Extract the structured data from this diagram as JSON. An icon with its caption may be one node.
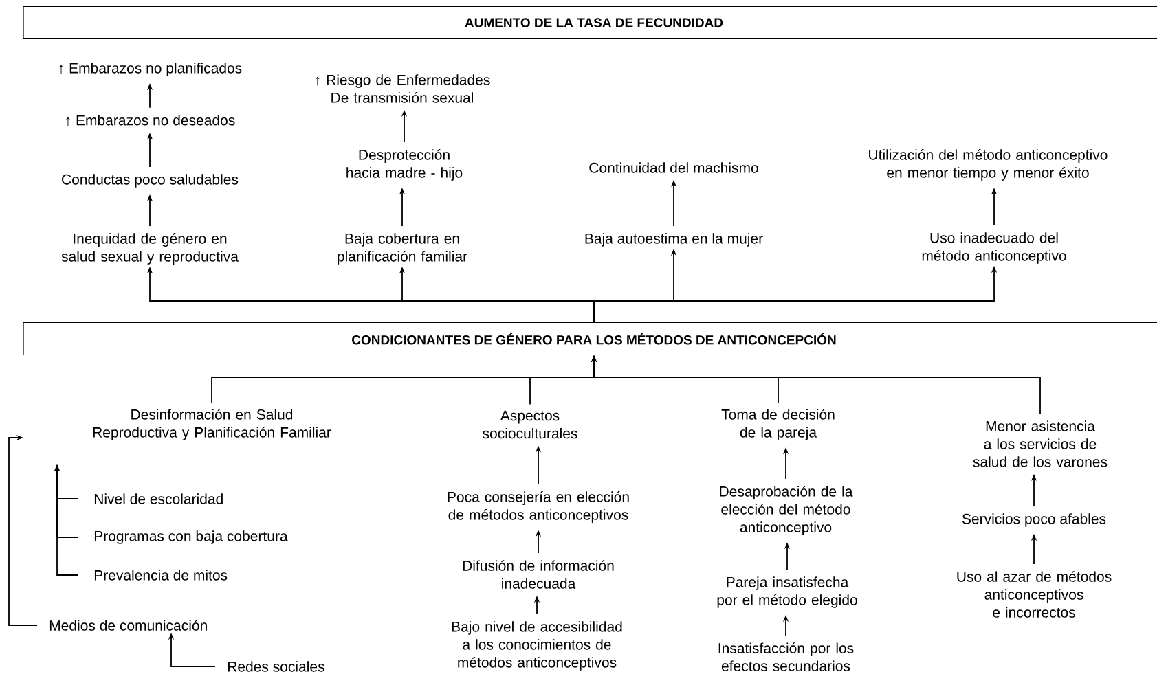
{
  "diagram": {
    "nodes": [
      {
        "text": [
          "AUMENTO DE LA TASA DE FECUNDIDAD"
        ]
      },
      {
        "text": [
          "↑ Embarazos no planificados"
        ]
      },
      {
        "text": [
          "↑ Embarazos no deseados"
        ]
      },
      {
        "text": [
          "Conductas poco saludables"
        ]
      },
      {
        "text": [
          "Inequidad de género en salud sexual y reproductiva"
        ]
      },
      {
        "text": [
          "↑ Riesgo de Enfermedades De transmisión sexual"
        ]
      },
      {
        "text": [
          "Desprotección hacia madre - hijo"
        ]
      },
      {
        "text": [
          "Baja cobertura en planificación familiar"
        ]
      },
      {
        "text": [
          "Continuidad del machismo"
        ]
      },
      {
        "text": [
          "Baja autoestima en la mujer"
        ]
      },
      {
        "text": [
          "Utilización del método anticonceptivo en menor tiempo y menor éxito"
        ]
      },
      {
        "text": [
          "Uso inadecuado del método anticonceptivo"
        ]
      },
      {
        "text": [
          "CONDICIONANTES DE GÉNERO PARA LOS MÉTODOS DE ANTICONCEPCIÓN"
        ]
      },
      {
        "text": [
          "Desinformación en Salud Reproductiva y Planificación Familiar"
        ]
      },
      {
        "text": [
          "Aspectos socioculturales"
        ]
      },
      {
        "text": [
          "Toma de decisión de la pareja"
        ]
      },
      {
        "text": [
          "Menor asistencia a los servicios de salud de los varones"
        ]
      },
      {
        "text": [
          "Nivel de escolaridad"
        ]
      },
      {
        "text": [
          "Programas con baja cobertura"
        ]
      },
      {
        "text": [
          "Prevalencia de mitos"
        ]
      },
      {
        "text": [
          "Medios de comunicación"
        ]
      },
      {
        "text": [
          "Redes sociales"
        ]
      },
      {
        "text": [
          "Poca consejería en elección de métodos anticonceptivos"
        ]
      },
      {
        "text": [
          "Difusión de información inadecuada"
        ]
      },
      {
        "text": [
          "Bajo nivel de accesibilidad a los conocimientos de métodos anticonceptivos"
        ]
      },
      {
        "text": [
          "Desaprobación de la elección del método anticonceptivo"
        ]
      },
      {
        "text": [
          "Pareja insatisfecha por el método elegido"
        ]
      },
      {
        "text": [
          "Insatisfacción por los efectos secundarios"
        ]
      },
      {
        "text": [
          "Servicios poco afables"
        ]
      },
      {
        "text": [
          "Uso al azar de métodos anticonceptivos e incorrectos"
        ]
      }
    ],
    "edges": [
      {
        "from": 4,
        "to": 3,
        "arrow": "to"
      },
      {
        "from": 3,
        "to": 2,
        "arrow": "to"
      },
      {
        "from": 2,
        "to": 1,
        "arrow": "to"
      },
      {
        "from": 7,
        "to": 6,
        "arrow": "to"
      },
      {
        "from": 6,
        "to": 5,
        "arrow": "to"
      },
      {
        "from": 9,
        "to": 8,
        "arrow": "to"
      },
      {
        "from": 11,
        "to": 10,
        "arrow": "to"
      },
      {
        "from": 12,
        "to": 4,
        "arrow": "to"
      },
      {
        "from": 12,
        "to": 7,
        "arrow": "to"
      },
      {
        "from": 12,
        "to": 9,
        "arrow": "to"
      },
      {
        "from": 12,
        "to": 11,
        "arrow": "to"
      },
      {
        "from": 13,
        "to": 12,
        "arrow": "to"
      },
      {
        "from": 14,
        "to": 12,
        "arrow": "to"
      },
      {
        "from": 15,
        "to": 12,
        "arrow": "to"
      },
      {
        "from": 16,
        "to": 12,
        "arrow": "to"
      },
      {
        "from": 22,
        "to": 14,
        "arrow": "to"
      },
      {
        "from": 23,
        "to": 22,
        "arrow": "to"
      },
      {
        "from": 24,
        "to": 23,
        "arrow": "to"
      },
      {
        "from": 25,
        "to": 15,
        "arrow": "to"
      },
      {
        "from": 26,
        "to": 25,
        "arrow": "to"
      },
      {
        "from": 27,
        "to": 26,
        "arrow": "to"
      },
      {
        "from": 28,
        "to": 16,
        "arrow": "to"
      },
      {
        "from": 29,
        "to": 28,
        "arrow": "to"
      },
      {
        "from": 17,
        "to": null,
        "arrow": "to"
      },
      {
        "from": 18,
        "to": null,
        "arrow": "to"
      },
      {
        "from": 19,
        "to": null,
        "arrow": "to"
      },
      {
        "from": 20,
        "to": null,
        "arrow": "to"
      },
      {
        "from": 21,
        "to": 20,
        "arrow": "to"
      }
    ]
  }
}
